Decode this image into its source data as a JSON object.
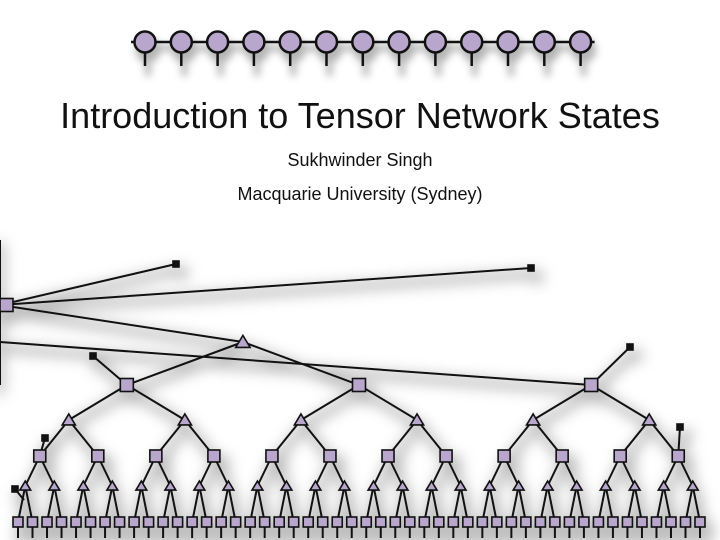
{
  "slide": {
    "title": "Introduction to Tensor Network States",
    "author": "Sukhwinder Singh",
    "affiliation": "Macquarie University (Sydney)"
  },
  "colors": {
    "node_fill": "#B8A6CC",
    "node_stroke": "#111111",
    "line": "#111111",
    "shadow": "#777777"
  },
  "mps_diagram": {
    "site_count": 13
  },
  "mera_diagram": {
    "bottom_site_count": 48
  }
}
